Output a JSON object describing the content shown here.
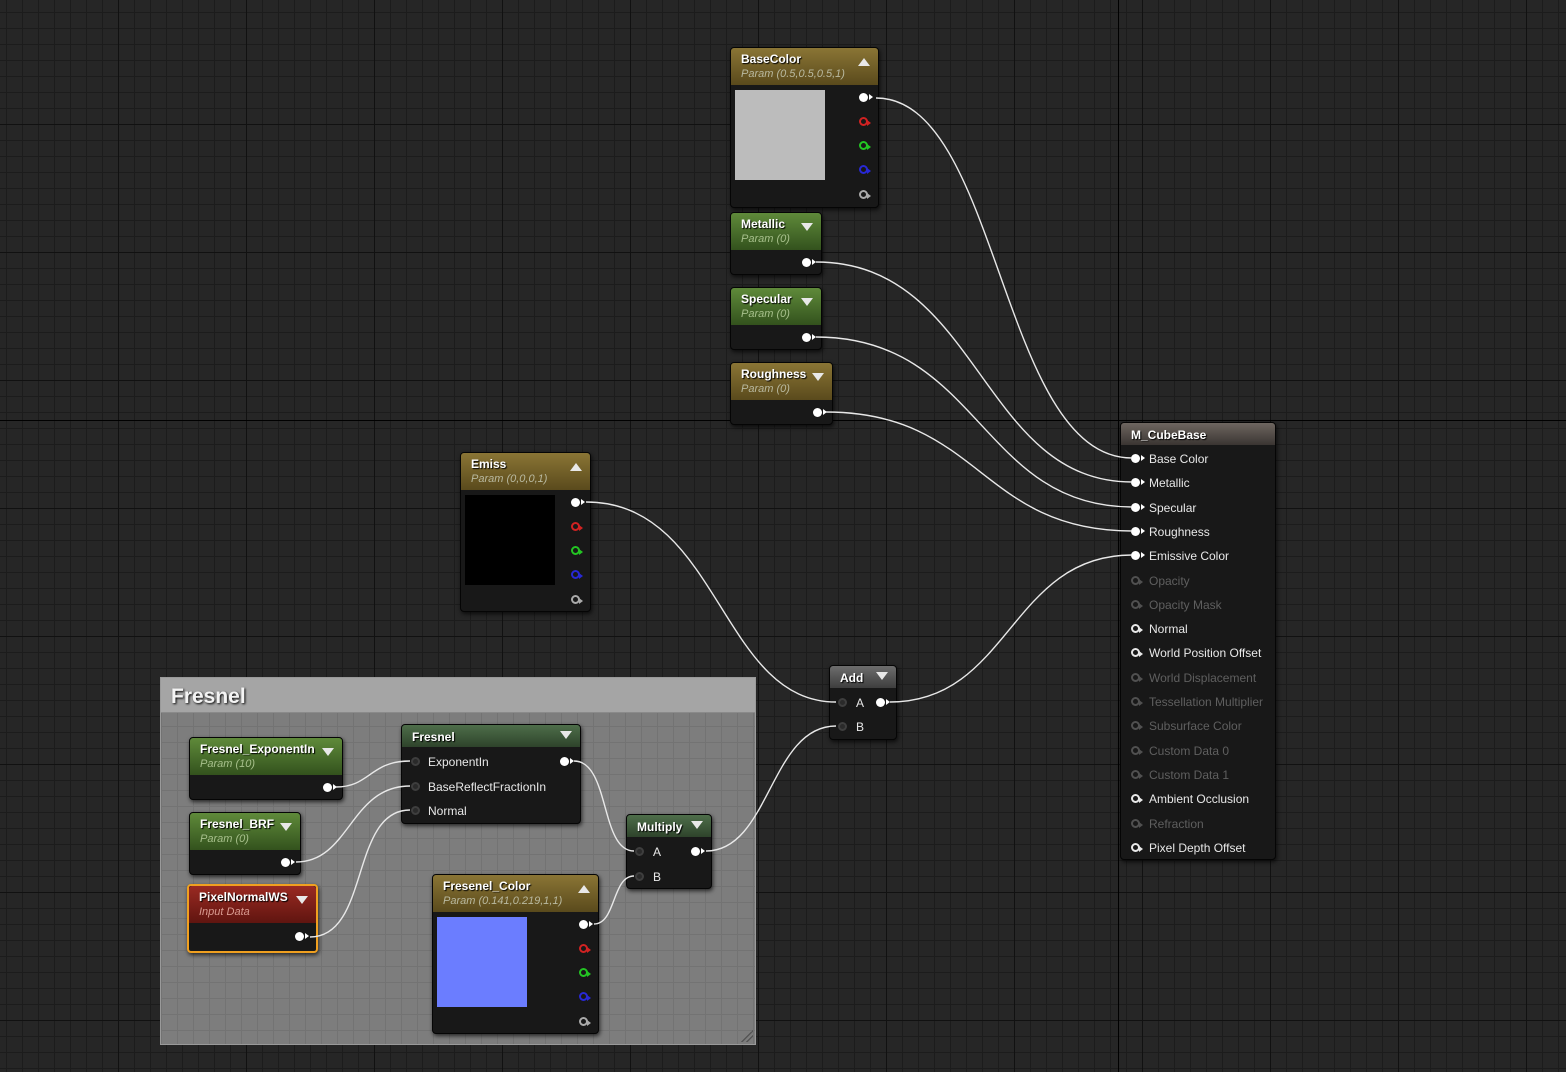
{
  "editor": {
    "type": "material-graph"
  },
  "comment_box": {
    "title": "Fresnel"
  },
  "nodes": {
    "basecolor": {
      "title": "BaseColor",
      "subtitle": "Param (0.5,0.5,0.5,1)",
      "swatch_color": "#bcbcbc"
    },
    "metallic": {
      "title": "Metallic",
      "subtitle": "Param (0)"
    },
    "specular": {
      "title": "Specular",
      "subtitle": "Param (0)"
    },
    "roughness": {
      "title": "Roughness",
      "subtitle": "Param (0)"
    },
    "emiss": {
      "title": "Emiss",
      "subtitle": "Param (0,0,0,1)",
      "swatch_color": "#000000"
    },
    "add": {
      "title": "Add",
      "inputs": [
        "A",
        "B"
      ]
    },
    "multiply": {
      "title": "Multiply",
      "inputs": [
        "A",
        "B"
      ]
    },
    "fresnel": {
      "title": "Fresnel",
      "inputs": [
        "ExponentIn",
        "BaseReflectFractionIn",
        "Normal"
      ]
    },
    "fresnel_exponentin": {
      "title": "Fresnel_ExponentIn",
      "subtitle": "Param (10)"
    },
    "fresnel_brf": {
      "title": "Fresnel_BRF",
      "subtitle": "Param (0)"
    },
    "pixelnormalws": {
      "title": "PixelNormalWS",
      "subtitle": "Input Data",
      "selected": true
    },
    "fresenel_color": {
      "title": "Fresenel_Color",
      "subtitle": "Param (0.141,0.219,1,1)",
      "swatch_color": "#6b7dff"
    }
  },
  "material_node": {
    "title": "M_CubeBase",
    "inputs": [
      {
        "label": "Base Color",
        "state": "connected"
      },
      {
        "label": "Metallic",
        "state": "connected"
      },
      {
        "label": "Specular",
        "state": "connected"
      },
      {
        "label": "Roughness",
        "state": "connected"
      },
      {
        "label": "Emissive Color",
        "state": "connected"
      },
      {
        "label": "Opacity",
        "state": "disabled"
      },
      {
        "label": "Opacity Mask",
        "state": "disabled"
      },
      {
        "label": "Normal",
        "state": "enabled"
      },
      {
        "label": "World Position Offset",
        "state": "enabled"
      },
      {
        "label": "World Displacement",
        "state": "disabled"
      },
      {
        "label": "Tessellation Multiplier",
        "state": "disabled"
      },
      {
        "label": "Subsurface Color",
        "state": "disabled"
      },
      {
        "label": "Custom Data 0",
        "state": "disabled"
      },
      {
        "label": "Custom Data 1",
        "state": "disabled"
      },
      {
        "label": "Ambient Occlusion",
        "state": "enabled"
      },
      {
        "label": "Refraction",
        "state": "disabled"
      },
      {
        "label": "Pixel Depth Offset",
        "state": "enabled"
      }
    ]
  },
  "colors": {
    "grid_bg": "#262626",
    "wire": "#e8e8e8",
    "selection": "#f0a020",
    "pin_red": "#d12222",
    "pin_green": "#23c523",
    "pin_blue": "#2828d6"
  }
}
